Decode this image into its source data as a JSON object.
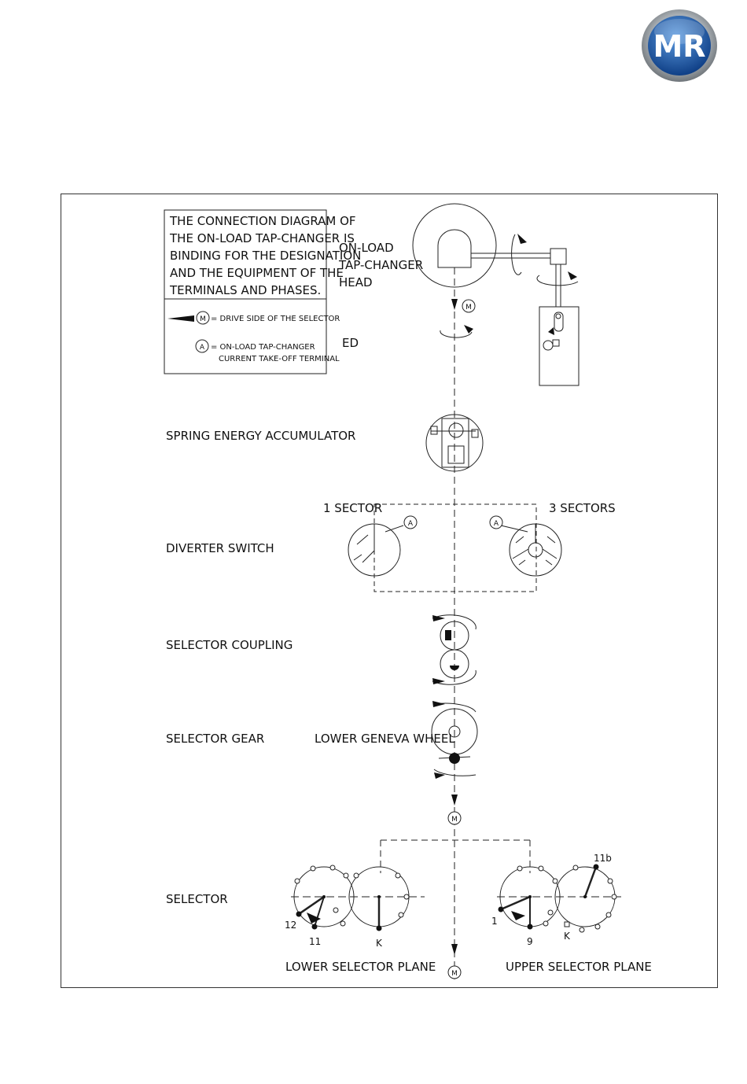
{
  "logo": {
    "text": "MR",
    "color_outer": "#8a8d90",
    "color_inner": "#1f5fb0"
  },
  "note_box": {
    "lines": [
      "THE CONNECTION DIAGRAM OF",
      "THE ON-LOAD TAP-CHANGER IS",
      "BINDING FOR THE DESIGNATION",
      "AND THE EQUIPMENT OF THE",
      "TERMINALS AND PHASES."
    ],
    "legend_m_symbol": "M",
    "legend_m_text": "= DRIVE SIDE OF THE SELECTOR",
    "legend_a_symbol": "A",
    "legend_a_text_1": "= ON-LOAD TAP-CHANGER",
    "legend_a_text_2": "CURRENT TAKE-OFF TERMINAL"
  },
  "labels": {
    "head_1": "ON-LOAD",
    "head_2": "TAP-CHANGER",
    "head_3": "HEAD",
    "ed": "ED",
    "spring": "SPRING ENERGY ACCUMULATOR",
    "diverter": "DIVERTER SWITCH",
    "sector_1": "1 SECTOR",
    "sector_3": "3 SECTORS",
    "coupling": "SELECTOR COUPLING",
    "gear": "SELECTOR GEAR",
    "geneva": "LOWER GENEVA WHEEL",
    "selector": "SELECTOR",
    "lower_plane": "LOWER SELECTOR PLANE",
    "upper_plane": "UPPER SELECTOR PLANE"
  },
  "markers": {
    "m": "M",
    "a": "A"
  },
  "contacts": {
    "c12": "12",
    "c11": "11",
    "ck1": "K",
    "c1": "1",
    "c9": "9",
    "ck2": "K",
    "c11b": "11b"
  }
}
